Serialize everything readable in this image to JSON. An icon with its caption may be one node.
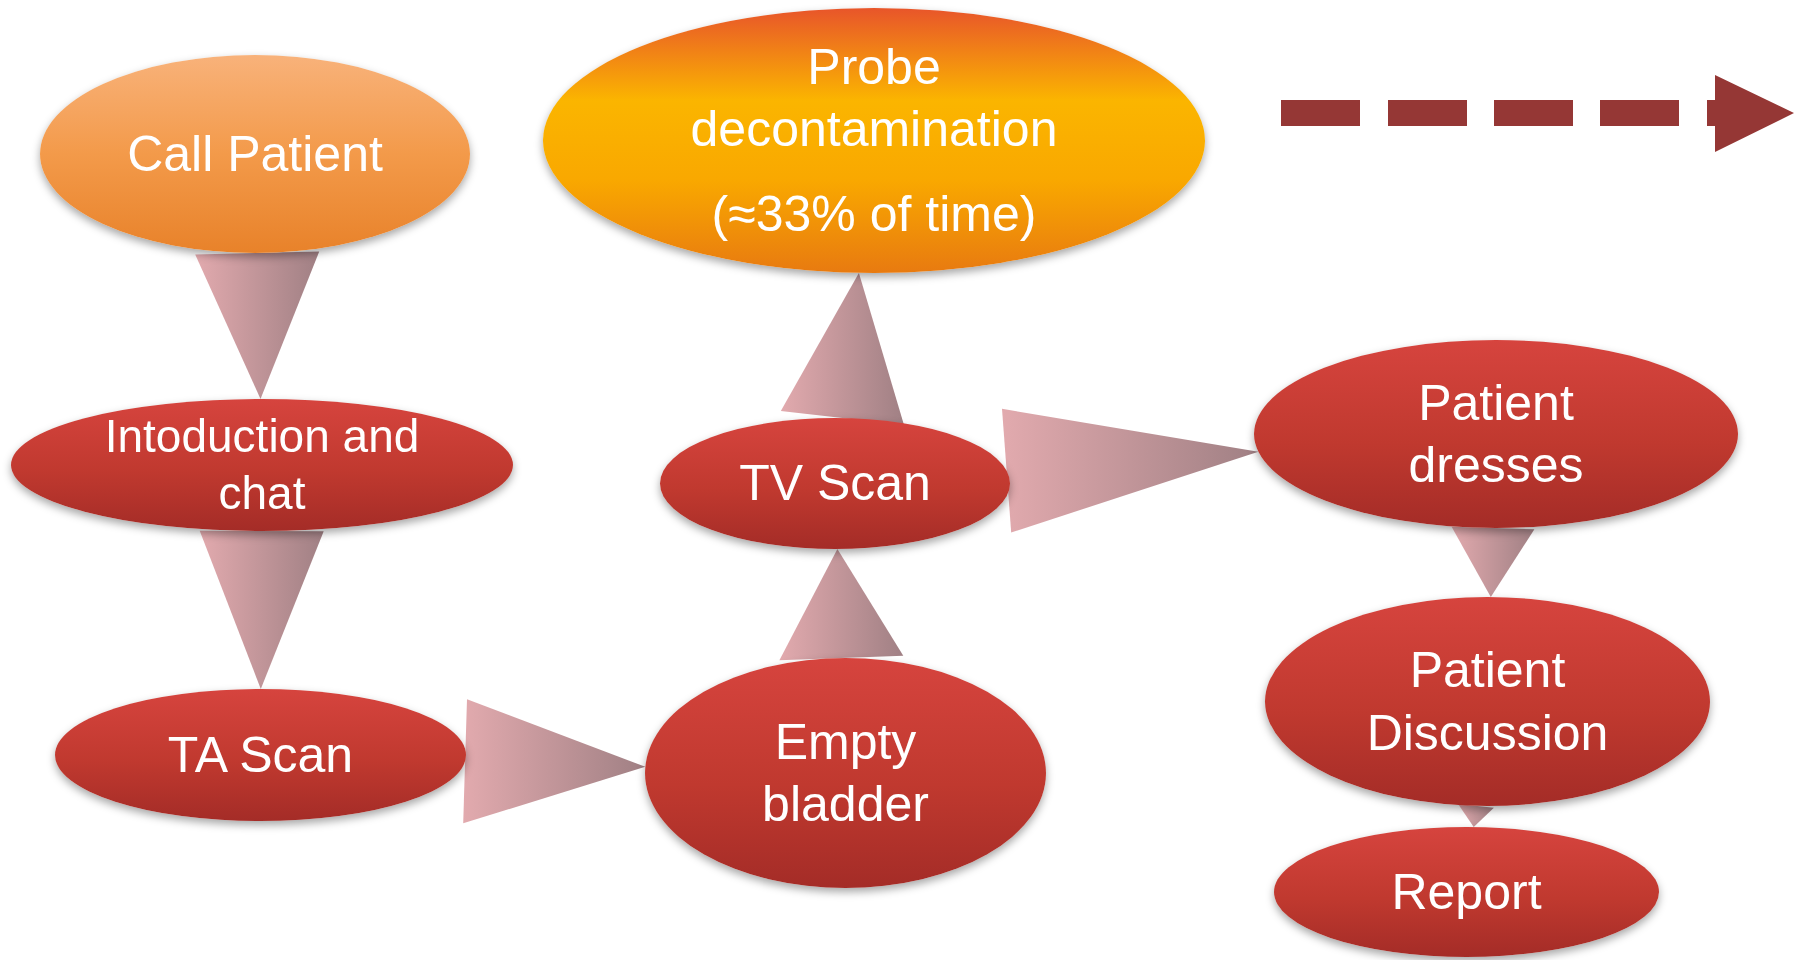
{
  "diagram": {
    "nodes": [
      {
        "text": [
          "Call Patient"
        ]
      },
      {
        "text": [
          "Intoduction and chat"
        ]
      },
      {
        "text": [
          "TA Scan"
        ]
      },
      {
        "text": [
          "Empty bladder"
        ]
      },
      {
        "text": [
          "TV Scan"
        ]
      },
      {
        "text": [
          "Probe decontamination",
          "(≈33% of time)"
        ]
      },
      {
        "text": [
          "Patient dresses"
        ]
      },
      {
        "text": [
          "Patient Discussion"
        ]
      },
      {
        "text": [
          "Report"
        ]
      }
    ],
    "edges": [
      {
        "from": 0,
        "to": 1,
        "arrow": "to"
      },
      {
        "from": 1,
        "to": 2,
        "arrow": "to"
      },
      {
        "from": 2,
        "to": 3,
        "arrow": "to"
      },
      {
        "from": 3,
        "to": 4,
        "arrow": "to"
      },
      {
        "from": 4,
        "to": 5,
        "arrow": "to"
      },
      {
        "from": 4,
        "to": 6,
        "arrow": "to"
      },
      {
        "from": 6,
        "to": 7,
        "arrow": "to"
      },
      {
        "from": 7,
        "to": 8,
        "arrow": "to"
      }
    ]
  }
}
